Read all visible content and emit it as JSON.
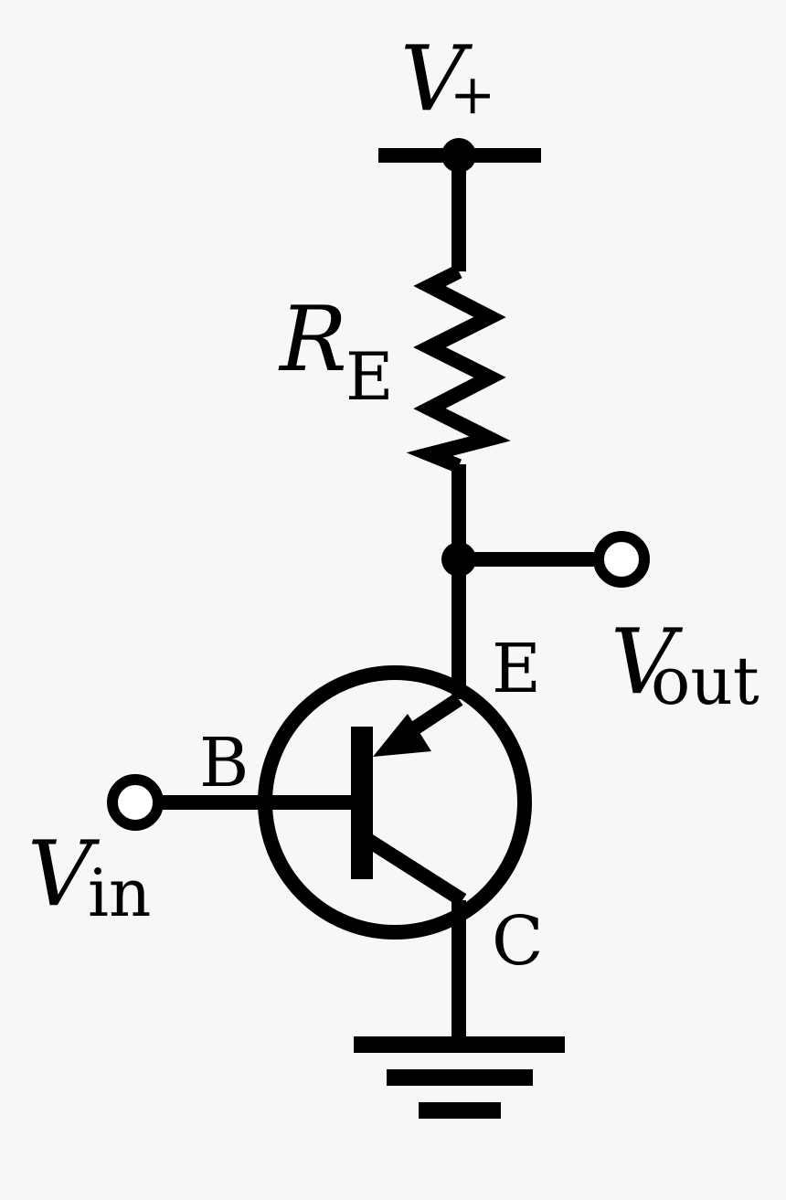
{
  "labels": {
    "supply_main": "V",
    "supply_sub": "+",
    "resistor_main": "R",
    "resistor_sub": "E",
    "output_main": "V",
    "output_sub": "out",
    "input_main": "V",
    "input_sub": "in",
    "emitter": "E",
    "base": "B",
    "collector": "C"
  },
  "colors": {
    "background": "#f7f7f7",
    "ink": "#000000",
    "terminal_fill": "#ffffff"
  },
  "components": {
    "transistor": "pnp-transistor",
    "resistor": "resistor",
    "ground": "ground-symbol",
    "supply": "supply-rail"
  }
}
